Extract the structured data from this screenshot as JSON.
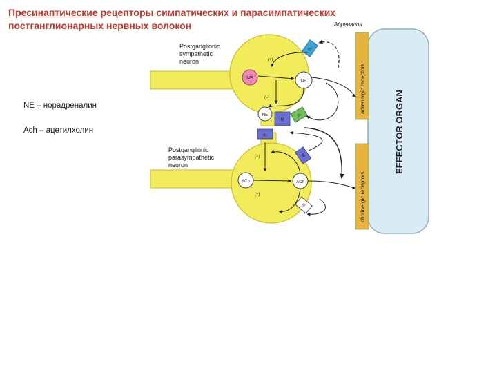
{
  "title": {
    "part1": "Пресинаптические",
    "part2": " рецепторы симпатических и парасимпатических",
    "line2": "постганглионарных нервных волокон"
  },
  "adrenaline_label": "Адреналин",
  "legend": {
    "ne": "NE – норадреналин",
    "ach": "Ach – ацетилхолин"
  },
  "diagram": {
    "symp_neuron_label": [
      "Postganglionic",
      "sympathetic",
      "neuron"
    ],
    "para_neuron_label": [
      "Postganglionic",
      "parasympathetic",
      "neuron"
    ],
    "effector_label": "EFFECTOR ORGAN",
    "adrenergic_label": "adrenergic receptors",
    "cholinergic_label": "cholinergic receptors",
    "ne_vesicle": "NE",
    "ne_released": "NE",
    "ne_terminal": "NE",
    "ach_vesicle": "ACh",
    "ach_released": "ACh",
    "plus_symp": "(+)",
    "minus_symp": "(−)",
    "minus_para": "(−)",
    "plus_para": "(+)",
    "receptor_beta2": "β₂",
    "receptor_m_symp": "M",
    "receptor_alpha2_symp": "α₂",
    "receptor_alpha2_para": "α₂",
    "receptor_m_para": "M",
    "receptor_n_para": "N",
    "colors": {
      "neuron": "#f3ec5a",
      "effector": "#d8ecf6",
      "receptor_strip": "#e7b33f",
      "ne_vesicle": "#ef86b3",
      "beta2": "#3fa3d8",
      "alpha2": "#6fbf5a",
      "m_receptor": "#6a6fd0",
      "title": "#c0392b"
    }
  }
}
